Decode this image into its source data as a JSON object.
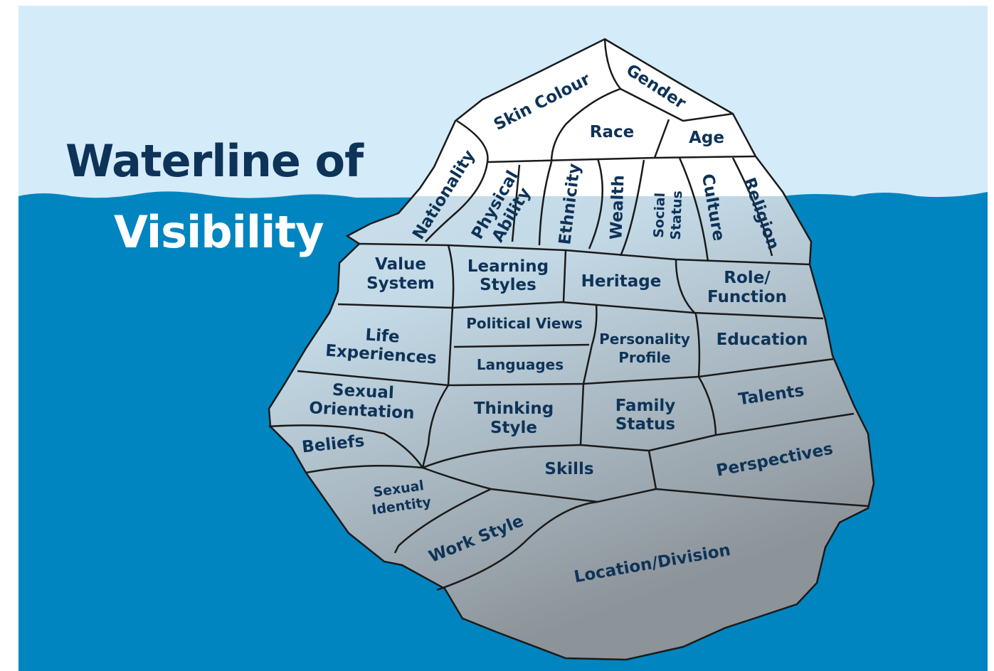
{
  "title": {
    "line1": "Waterline of",
    "line2": "Visibility"
  },
  "colors": {
    "sky": "#d4ebfa",
    "water": "#0085c0",
    "title_above": "#0e3358",
    "title_below": "#ffffff",
    "label": "#0e3358",
    "ice_top": "#ffffff",
    "ice_below": "#cfe3ee",
    "ice_deep": "#8e959b",
    "outline": "#1a1a1a"
  },
  "above_waterline": {
    "skin_colour": "Skin Colour",
    "gender": "Gender",
    "race": "Race",
    "age": "Age",
    "nationality": "Nationality",
    "physical_ability": [
      "Physical",
      "Ability"
    ],
    "ethnicity": "Ethnicity",
    "wealth": "Wealth",
    "social_status": [
      "Social",
      "Status"
    ],
    "culture": "Culture",
    "religion": "Religion"
  },
  "below_waterline": {
    "value_system": [
      "Value",
      "System"
    ],
    "learning_styles": [
      "Learning",
      "Styles"
    ],
    "heritage": "Heritage",
    "role_function": [
      "Role/",
      "Function"
    ],
    "life_experiences": [
      "Life",
      "Experiences"
    ],
    "political_views": "Political Views",
    "languages": "Languages",
    "personality_profile": [
      "Personality",
      "Profile"
    ],
    "education": "Education",
    "sexual_orientation": [
      "Sexual",
      "Orientation"
    ],
    "thinking_style": [
      "Thinking",
      "Style"
    ],
    "family_status": [
      "Family",
      "Status"
    ],
    "talents": "Talents",
    "beliefs": "Beliefs",
    "skills": "Skills",
    "perspectives": "Perspectives",
    "sexual_identity": [
      "Sexual",
      "Identity"
    ],
    "work_style": "Work Style",
    "location_division": "Location/Division"
  }
}
